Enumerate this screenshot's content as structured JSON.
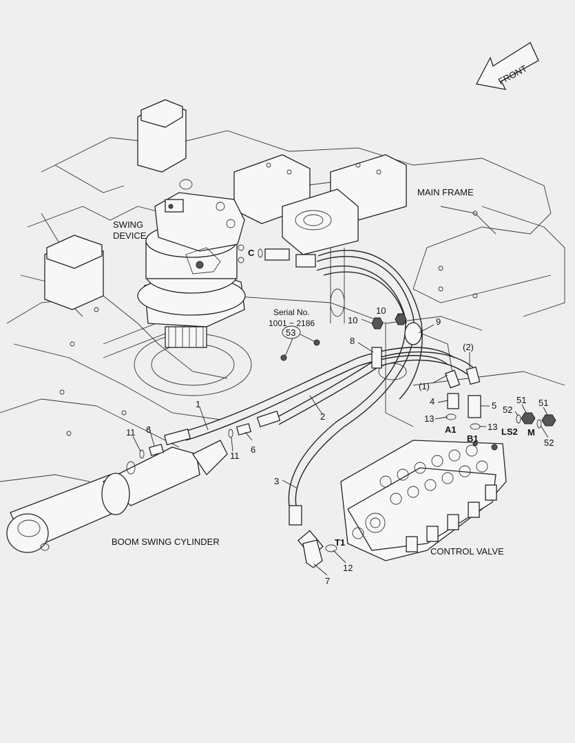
{
  "captions": {
    "front": "FRONT",
    "main_frame": "MAIN FRAME",
    "swing_device_line1": "SWING",
    "swing_device_line2": "DEVICE",
    "boom_swing_cylinder": "BOOM SWING CYLINDER",
    "control_valve": "CONTROL VALVE",
    "serial_label": "Serial No.",
    "serial_range": "1001 ~ 2186"
  },
  "ports": {
    "c": "C",
    "a1": "A1",
    "b1": "B1",
    "ls2": "LS2",
    "m": "M",
    "t1": "T1"
  },
  "callouts": {
    "p1": "1",
    "p2": "2",
    "p3": "3",
    "p4": "4",
    "p5": "5",
    "p6a": "6",
    "p6b": "6",
    "p7": "7",
    "p8": "8",
    "p9": "9",
    "p10a": "10",
    "p10b": "10",
    "p11a": "11",
    "p11b": "11",
    "p12": "12",
    "p13a": "13",
    "p13b": "13",
    "p51a": "51",
    "p51b": "51",
    "p52a": "52",
    "p52b": "52",
    "p53": "53",
    "ref1": "(1)",
    "ref2": "(2)"
  }
}
